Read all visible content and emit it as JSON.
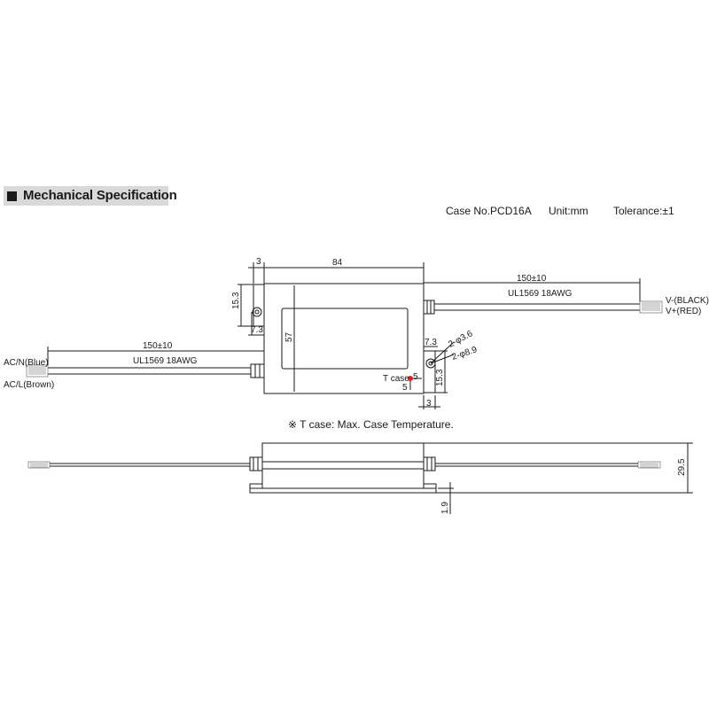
{
  "header": {
    "title": "Mechanical Specification"
  },
  "spec": {
    "case_no": "Case No.PCD16A",
    "unit": "Unit:mm",
    "tolerance": "Tolerance:±1"
  },
  "top_view": {
    "dim_overall_width": "84",
    "dim_tab_width": "3",
    "dim_tab_height": "15.3",
    "dim_hole_offset_left": "7.3",
    "dim_body_height": "57",
    "dim_hole_offset_right": "7.3",
    "dim_hole_small": "2-φ3.6",
    "dim_hole_large": "2-φ8.9",
    "dim_tab_height_right": "15.3",
    "dim_tab_width_right": "3",
    "tcase_label": "T case",
    "tcase_dim_x": "5",
    "tcase_dim_y": "5",
    "output_cable_length": "150±10",
    "output_cable_spec": "UL1569 18AWG",
    "output_wire_black": "V-(BLACK)",
    "output_wire_red": "V+(RED)",
    "input_cable_length": "150±10",
    "input_cable_spec": "UL1569 18AWG",
    "input_wire_blue": "AC/N(Blue)",
    "input_wire_brown": "AC/L(Brown)"
  },
  "note": "※ T case: Max. Case Temperature.",
  "side_view": {
    "dim_height": "29.5",
    "dim_flange": "1.9"
  },
  "colors": {
    "line": "#1a1a1a",
    "header_bg": "#d9d9d9",
    "tcase_dot": "#e02020"
  }
}
